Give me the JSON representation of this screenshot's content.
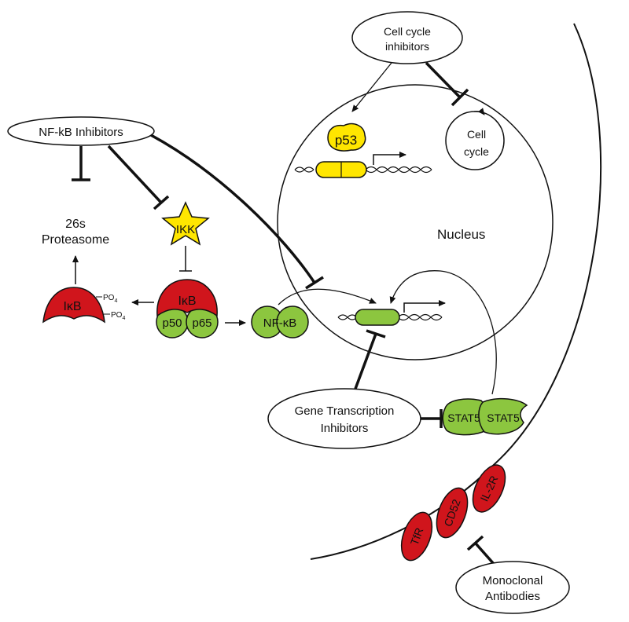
{
  "colors": {
    "red": "#d0151c",
    "green": "#8cc63f",
    "yellow": "#ffe600",
    "ink": "#111111",
    "white": "#ffffff"
  },
  "labels": {
    "nfkb_inhibitors": "NF-kB Inhibitors",
    "cell_cycle_inhibitors_1": "Cell cycle",
    "cell_cycle_inhibitors_2": "inhibitors",
    "cell_cycle_1": "Cell",
    "cell_cycle_2": "cycle",
    "proteasome_1": "26s",
    "proteasome_2": "Proteasome",
    "ikk": "IKK",
    "ikb": "IκB",
    "ikb_phos": "IκB",
    "po4_1": "PO",
    "po4_2": "PO",
    "po4_sub": "4",
    "p50": "p50",
    "p65": "p65",
    "nfkb": "NF-κB",
    "p53": "p53",
    "nucleus": "Nucleus",
    "gene_transcription_1": "Gene Transcription",
    "gene_transcription_2": "Inhibitors",
    "stat5_1": "STAT5",
    "stat5_2": "STAT5",
    "il2r": "IL-2R",
    "cd52": "CD52",
    "tfr": "TfR",
    "monoclonal_1": "Monoclonal",
    "monoclonal_2": "Antibodies"
  }
}
